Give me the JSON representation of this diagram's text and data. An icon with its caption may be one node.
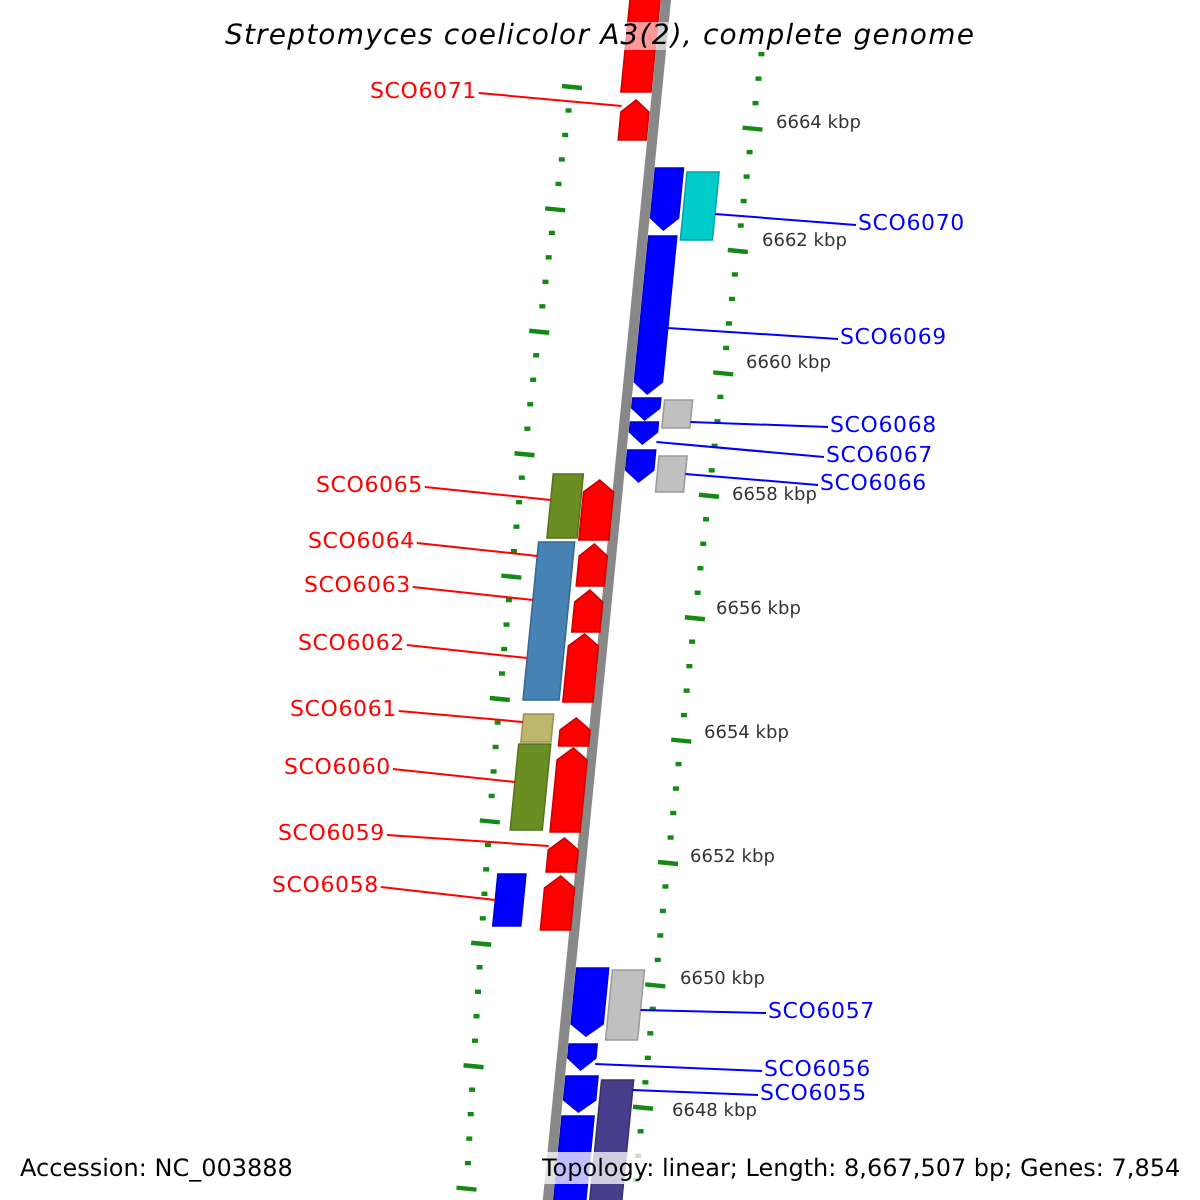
{
  "diagram": {
    "title": "Streptomyces coelicolor A3(2), complete genome",
    "nodes": [
      {
        "text": [
          "SCO6071"
        ]
      },
      {
        "text": [
          "SCO6070"
        ]
      },
      {
        "text": [
          "SCO6069"
        ]
      },
      {
        "text": [
          "SCO6068"
        ]
      },
      {
        "text": [
          "SCO6067"
        ]
      },
      {
        "text": [
          "SCO6066"
        ]
      },
      {
        "text": [
          "SCO6065"
        ]
      },
      {
        "text": [
          "SCO6064"
        ]
      },
      {
        "text": [
          "SCO6063"
        ]
      },
      {
        "text": [
          "SCO6062"
        ]
      },
      {
        "text": [
          "SCO6061"
        ]
      },
      {
        "text": [
          "SCO6060"
        ]
      },
      {
        "text": [
          "SCO6059"
        ]
      },
      {
        "text": [
          "SCO6058"
        ]
      },
      {
        "text": [
          "SCO6057"
        ]
      },
      {
        "text": [
          "SCO6056"
        ]
      },
      {
        "text": [
          "SCO6055"
        ]
      },
      {
        "text": [],
        "shape": "box"
      },
      {
        "text": [],
        "shape": "pentagon"
      },
      {
        "text": [],
        "shape": "pentagon"
      },
      {
        "text": [],
        "shape": "box"
      },
      {
        "text": [],
        "shape": "pentagon"
      },
      {
        "text": [],
        "shape": "pentagon"
      },
      {
        "text": [],
        "shape": "box"
      },
      {
        "text": [],
        "shape": "pentagon"
      },
      {
        "text": [],
        "shape": "pentagon"
      },
      {
        "text": [],
        "shape": "box"
      },
      {
        "text": [],
        "shape": "box"
      },
      {
        "text": [],
        "shape": "pentagon"
      },
      {
        "text": [],
        "shape": "box"
      },
      {
        "text": [],
        "shape": "pentagon"
      },
      {
        "text": [],
        "shape": "pentagon"
      },
      {
        "text": [],
        "shape": "pentagon"
      },
      {
        "text": [],
        "shape": "box"
      },
      {
        "text": [],
        "shape": "pentagon"
      },
      {
        "text": [],
        "shape": "box"
      },
      {
        "text": [],
        "shape": "pentagon"
      },
      {
        "text": [],
        "shape": "pentagon"
      },
      {
        "text": [],
        "shape": "box"
      },
      {
        "text": [],
        "shape": "pentagon"
      },
      {
        "text": [],
        "shape": "pentagon"
      },
      {
        "text": [],
        "shape": "box"
      },
      {
        "text": [],
        "shape": "pentagon"
      },
      {
        "text": [],
        "shape": "pentagon"
      },
      {
        "text": [],
        "shape": "box"
      },
      {
        "text": [],
        "shape": "box"
      }
    ],
    "edges": [
      {
        "from": 0,
        "to": 18,
        "arrow": "none"
      },
      {
        "from": 1,
        "to": 20,
        "arrow": "none",
        "color": "#0000ff"
      },
      {
        "from": 2,
        "to": 21,
        "arrow": "none",
        "color": "#0000ff"
      },
      {
        "from": 3,
        "to": 23,
        "arrow": "none",
        "color": "#0000ff"
      },
      {
        "from": 4,
        "to": 24,
        "arrow": "none",
        "color": "#0000ff"
      },
      {
        "from": 5,
        "to": 26,
        "arrow": "none",
        "color": "#0000ff"
      },
      {
        "from": 6,
        "to": 27,
        "arrow": "none"
      },
      {
        "from": 7,
        "to": 29,
        "arrow": "none"
      },
      {
        "from": 8,
        "to": 29,
        "arrow": "none"
      },
      {
        "from": 9,
        "to": 29,
        "arrow": "none"
      },
      {
        "from": 10,
        "to": 33,
        "arrow": "none"
      },
      {
        "from": 11,
        "to": 35,
        "arrow": "none"
      },
      {
        "from": 12,
        "to": 37,
        "arrow": "none"
      },
      {
        "from": 13,
        "to": 38,
        "arrow": "none"
      },
      {
        "from": 14,
        "to": 41,
        "arrow": "none",
        "color": "#0000ff"
      },
      {
        "from": 15,
        "to": 42,
        "arrow": "none",
        "color": "#0000ff"
      },
      {
        "from": 16,
        "to": 44,
        "arrow": "none",
        "color": "#0000ff"
      }
    ],
    "labels": [
      "6664 kbp",
      "6662 kbp",
      "6660 kbp",
      "6658 kbp",
      "6656 kbp",
      "6654 kbp",
      "6652 kbp",
      "6650 kbp",
      "6648 kbp",
      "Accession: NC_003888",
      "Topology: linear; Length: 8,667,507 bp; Genes: 7,854"
    ]
  }
}
